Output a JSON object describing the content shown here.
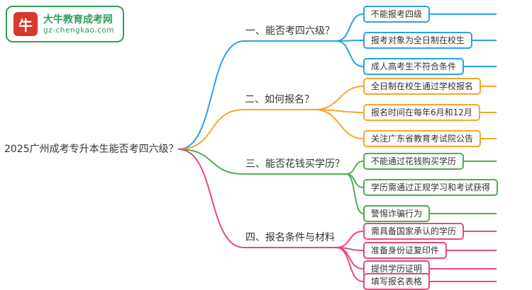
{
  "logo": {
    "site_name": "大牛教育成考网",
    "site_url": "gz-chengkao.com",
    "green": "#2e9e5b",
    "red": "#d5392f",
    "icon_glyph": "牛"
  },
  "central_topic": "2025广州成考专升本生能否考四六级？",
  "branches": [
    {
      "label": "一、能否考四六级？",
      "color": "#2da0e8",
      "children": [
        "不能报考四级",
        "报考对象为全日制在校生",
        "成人高考生不符合条件"
      ]
    },
    {
      "label": "二、如何报名？",
      "color": "#f5a62b",
      "children": [
        "全日制在校生通过学校报名",
        "报名时间在每年6月和12月",
        "关注广东省教育考试院公告"
      ]
    },
    {
      "label": "三、能否花钱买学历？",
      "color": "#4cb052",
      "children": [
        "不能通过花钱购买学历",
        "学历需通过正规学习和考试获得",
        "警惕诈骗行为"
      ]
    },
    {
      "label": "四、报名条件与材料",
      "color": "#e8487f",
      "children": [
        "需具备国家承认的学历",
        "准备身份证复印件",
        "提供学历证明",
        "填写报名表格"
      ]
    }
  ]
}
